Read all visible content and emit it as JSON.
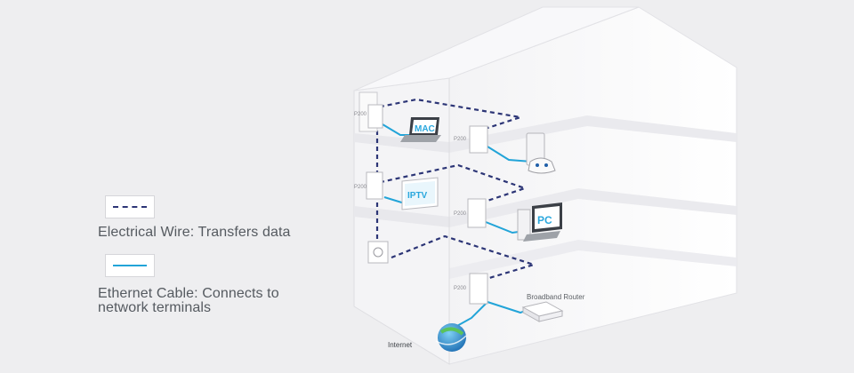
{
  "legend": {
    "electrical_label": "Electrical Wire: Transfers data",
    "ethernet_label": "Ethernet Cable: Connects to network terminals",
    "ethernet_label_line1": "Ethernet Cable: Connects to",
    "ethernet_label_line2": "network terminals"
  },
  "diagram": {
    "adapter_label": "P200",
    "devices": {
      "mac": "MAC",
      "iptv": "IPTV",
      "pc": "PC",
      "router": "Broadband Router",
      "internet": "Internet"
    },
    "icons": [
      "laptop-icon",
      "tv-icon",
      "game-console-icon",
      "desktop-pc-icon",
      "router-icon",
      "globe-icon",
      "wall-socket-icon",
      "powerline-adapter-icon"
    ]
  },
  "colors": {
    "background": "#eeeef0",
    "electrical_wire": "#2c3576",
    "ethernet_cable": "#22a4d8",
    "house": "#ffffff"
  }
}
